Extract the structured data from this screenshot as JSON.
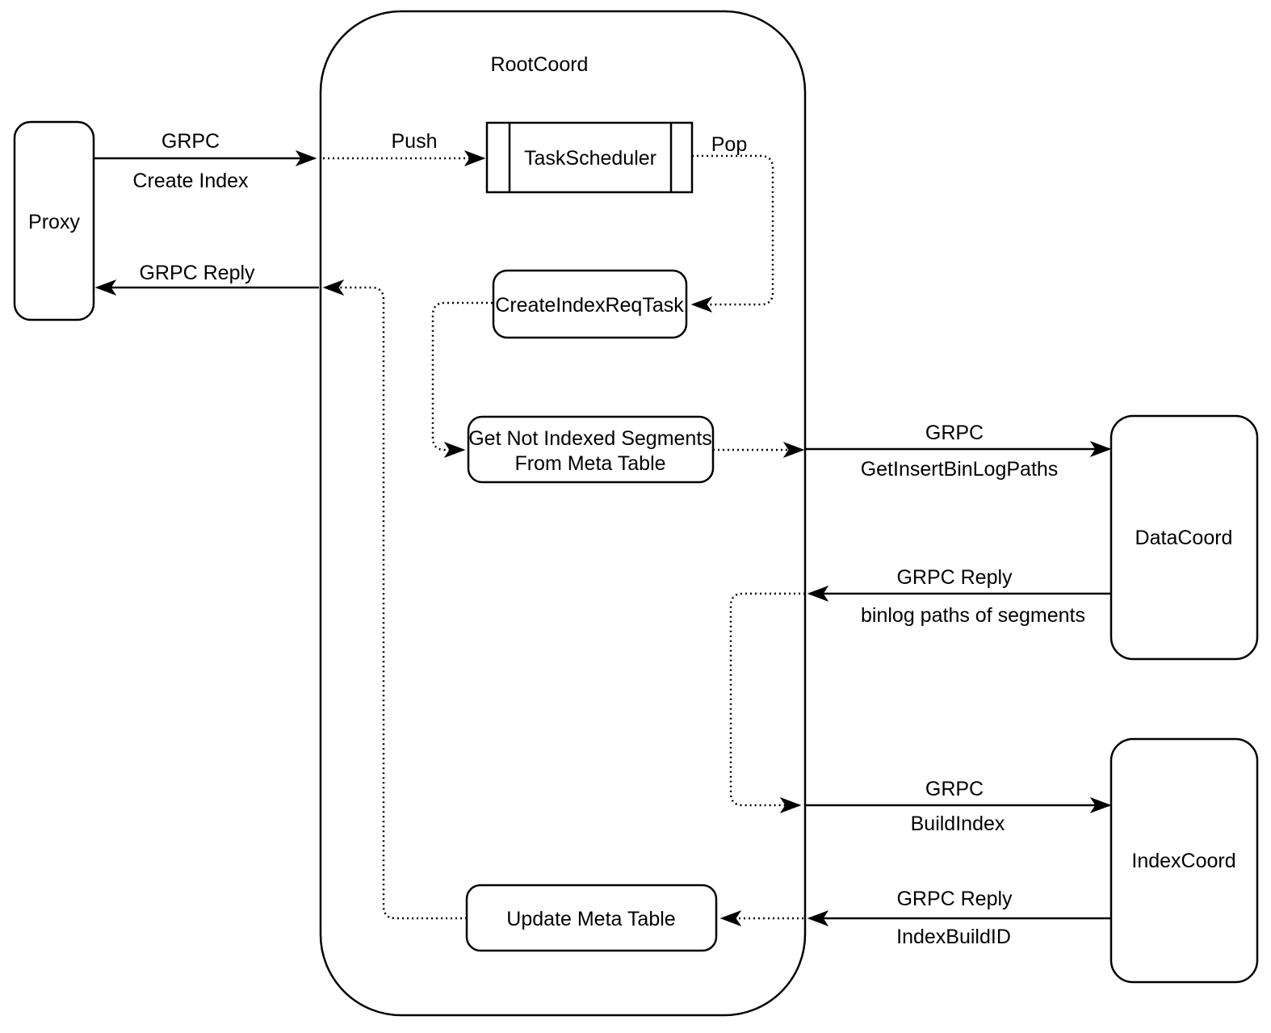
{
  "diagram": {
    "container": {
      "label": "RootCoord"
    },
    "nodes": {
      "proxy": {
        "label": "Proxy"
      },
      "task_scheduler": {
        "label": "TaskScheduler"
      },
      "create_index_req_task": {
        "label": "CreateIndexReqTask"
      },
      "get_not_indexed_segments": {
        "label_line1": "Get Not Indexed Segments",
        "label_line2": "From Meta Table"
      },
      "update_meta_table": {
        "label": "Update Meta Table"
      },
      "data_coord": {
        "label": "DataCoord"
      },
      "index_coord": {
        "label": "IndexCoord"
      }
    },
    "edges": {
      "create_index": {
        "protocol": "GRPC",
        "payload": "Create Index"
      },
      "push": {
        "label": "Push"
      },
      "pop": {
        "label": "Pop"
      },
      "grpc_reply_to_proxy": {
        "label": "GRPC Reply"
      },
      "get_insert_binlog_paths": {
        "protocol": "GRPC",
        "payload": "GetInsertBinLogPaths"
      },
      "binlog_reply": {
        "protocol": "GRPC Reply",
        "payload": "binlog paths of segments"
      },
      "build_index": {
        "protocol": "GRPC",
        "payload": "BuildIndex"
      },
      "index_build_reply": {
        "protocol": "GRPC Reply",
        "payload": "IndexBuildID"
      }
    },
    "colors": {
      "stroke": "#000000",
      "background": "#ffffff"
    }
  }
}
